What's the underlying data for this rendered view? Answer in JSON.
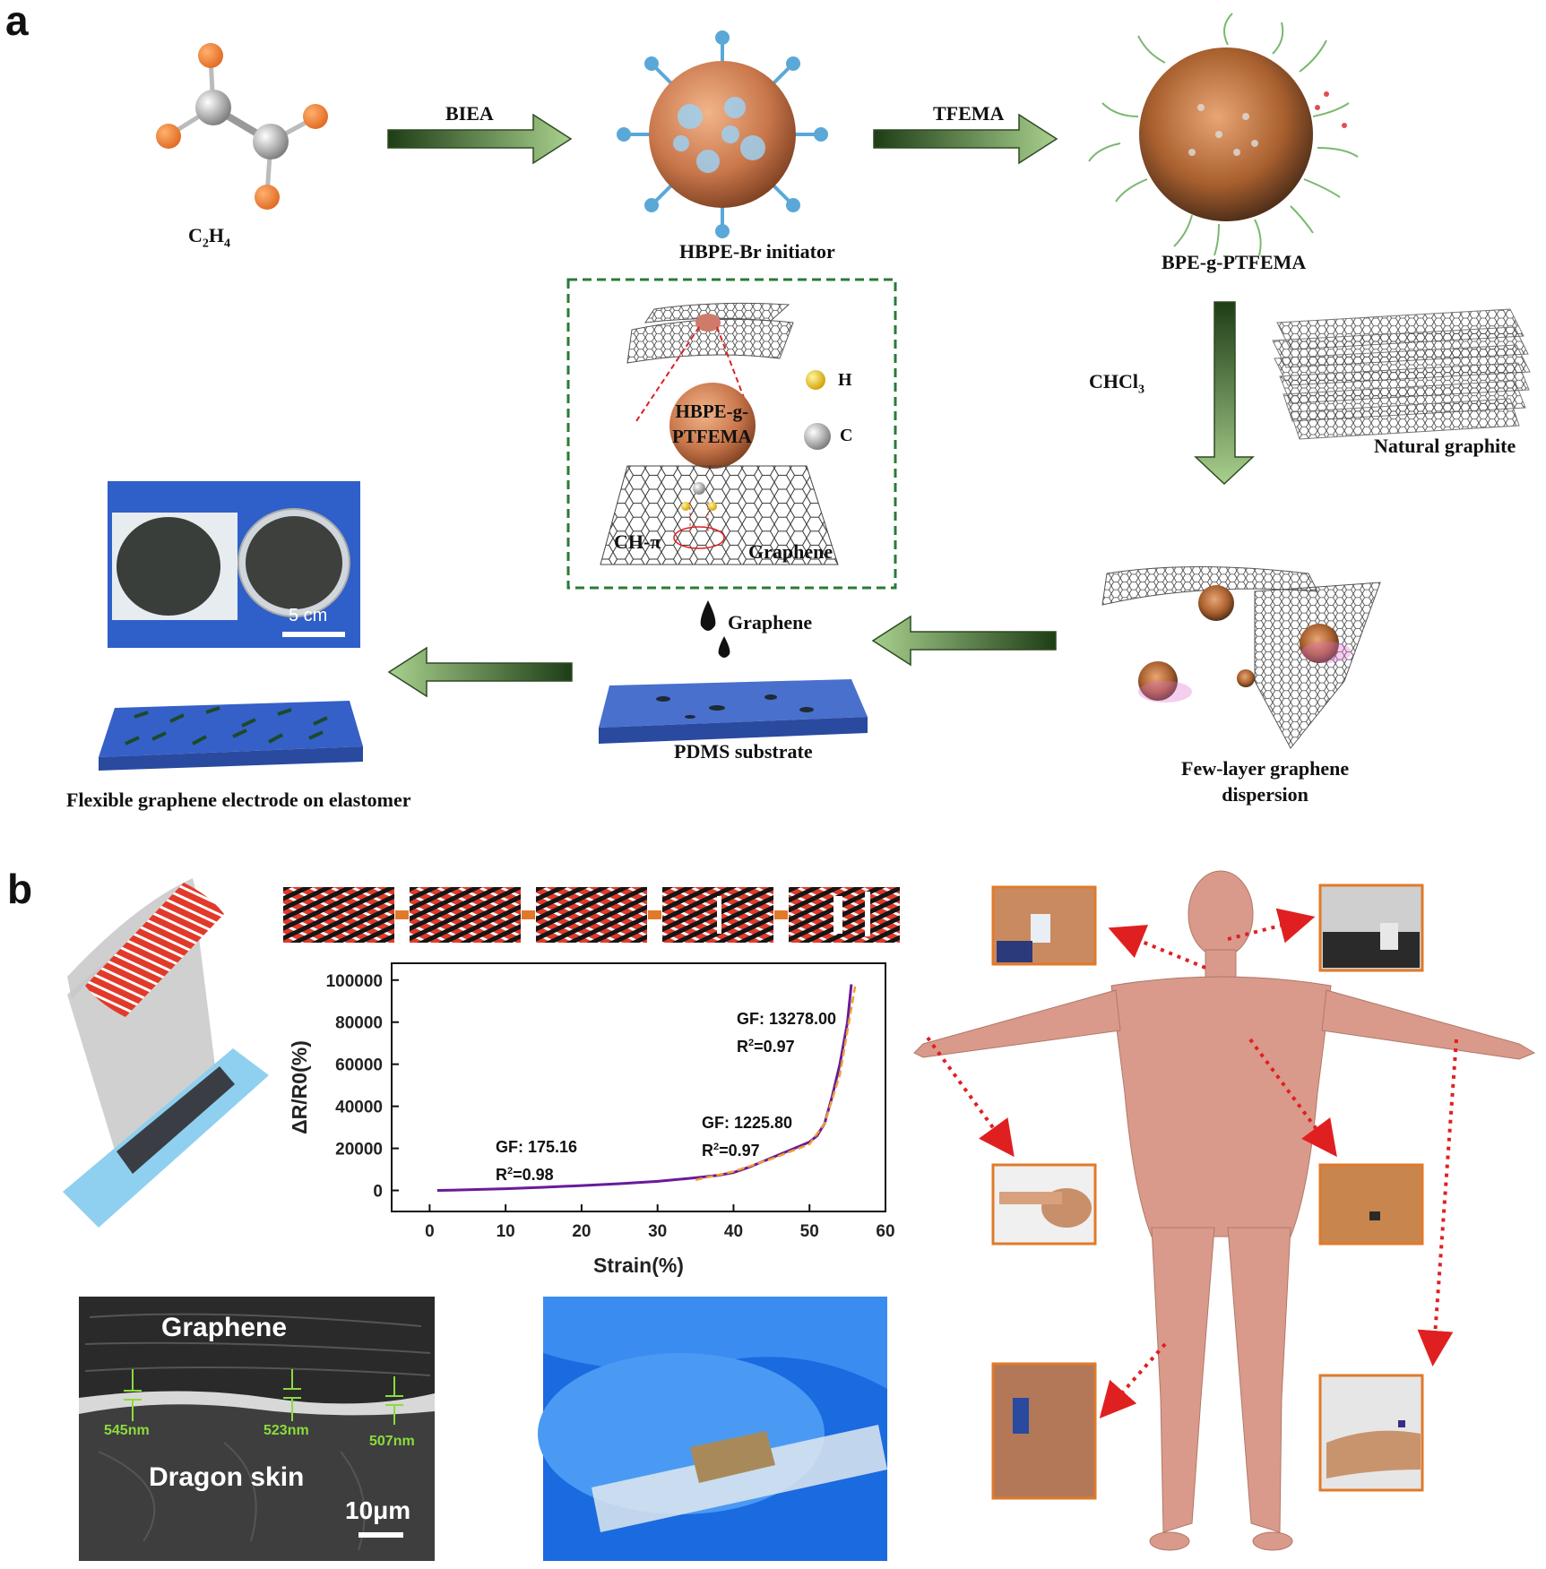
{
  "panel_a": {
    "letter": "a",
    "c2h4": "C",
    "c2h4_sub1": "2",
    "c2h4_h": "H",
    "c2h4_sub2": "4",
    "arrow1_label": "BIEA",
    "arrow2_label": "TFEMA",
    "hbpe_label": "HBPE-Br initiator",
    "bpe_label": "BPE-g-PTFEMA",
    "chcl3": "CHCl",
    "chcl3_sub": "3",
    "natural_graphite": "Natural graphite",
    "inset_sphere_line1": "HBPE-g-",
    "inset_sphere_line2": "PTFEMA",
    "legend_h": "H",
    "legend_c": "C",
    "inset_ch_pi": "CH-π",
    "inset_graphene": "Graphene",
    "scale_bar": "5 cm",
    "graphene_drop": "Graphene",
    "pdms_label": "PDMS substrate",
    "fewlayer_line1": "Few-layer  graphene",
    "fewlayer_line2": "dispersion",
    "flexible_label": "Flexible graphene electrode on elastomer"
  },
  "panel_b": {
    "letter": "b",
    "sem_top": "Graphene",
    "sem_bottom": "Dragon skin",
    "sem_scale": "10μm",
    "thickness_1": "545nm",
    "thickness_2": "523nm",
    "thickness_3": "507nm"
  },
  "chart_data": {
    "type": "line",
    "xlabel": "Strain(%)",
    "ylabel": "ΔR/R0(%)",
    "xlim": [
      -5,
      60
    ],
    "ylim": [
      -10000,
      108000
    ],
    "xticks": [
      "0",
      "10",
      "20",
      "30",
      "40",
      "50",
      "60"
    ],
    "yticks": [
      "0",
      "20000",
      "40000",
      "60000",
      "80000",
      "100000"
    ],
    "series": [
      {
        "color": "#6a1a9a",
        "x": [
          1,
          5,
          10,
          15,
          20,
          25,
          30,
          35,
          38,
          40,
          42,
          44,
          46,
          48,
          50,
          51,
          52,
          53,
          54,
          55,
          55.5
        ],
        "y": [
          0,
          300,
          800,
          1500,
          2300,
          3200,
          4300,
          6000,
          7200,
          8500,
          11000,
          14000,
          17000,
          20000,
          23000,
          26000,
          32000,
          45000,
          60000,
          80000,
          98000
        ]
      },
      {
        "color": "#f0a030",
        "x": [
          35,
          40,
          45,
          50,
          52,
          54,
          56
        ],
        "y": [
          5000,
          9000,
          15000,
          22000,
          32000,
          55000,
          97000
        ]
      }
    ],
    "annotations": [
      {
        "text": "GF: 175.16",
        "r2": "R",
        "r2_sup": "2",
        "r2_val": "=0.98"
      },
      {
        "text": "GF: 1225.80",
        "r2": "R",
        "r2_sup": "2",
        "r2_val": "=0.97"
      },
      {
        "text": "GF: 13278.00",
        "r2": "R",
        "r2_sup": "2",
        "r2_val": "=0.97"
      }
    ]
  },
  "colors": {
    "arrow_dark": "#1e3d16",
    "arrow_light": "#a8d08d",
    "sphere": "#c87a4a",
    "orange_frame": "#e07a2a",
    "red_dotted": "#e02020",
    "body_skin": "#d99a8c",
    "pdms_blue": "#3560c8"
  }
}
